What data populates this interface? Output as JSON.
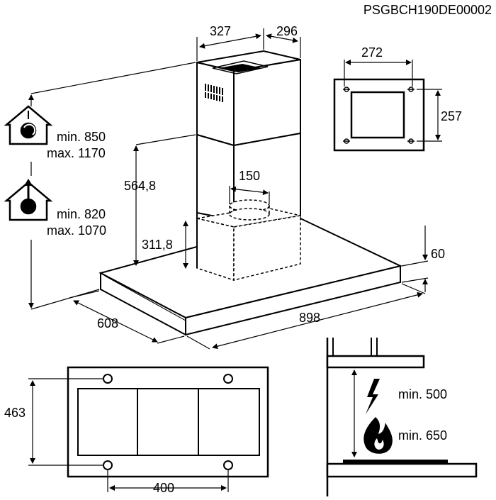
{
  "doc_code": "PSGBCH190DE00002",
  "chimney": {
    "width": "327",
    "depth": "296"
  },
  "bracket": {
    "width": "272",
    "height": "257"
  },
  "recirculation_mode": {
    "min": "min. 850",
    "max": "max. 1170"
  },
  "extraction_mode": {
    "min": "min. 820",
    "max": "max. 1070"
  },
  "chimney_height": "564,8",
  "outlet_diameter": "150",
  "box_height": "311,8",
  "hood_thickness": "60",
  "hood_depth": "608",
  "hood_width": "898",
  "bottom_view": {
    "depth": "463",
    "hole_spacing": "400"
  },
  "clearance": {
    "electric": "min. 500",
    "gas": "min. 650"
  },
  "icons": [
    "recirculation-house-icon",
    "extraction-house-icon",
    "lightning-icon",
    "flame-icon"
  ]
}
